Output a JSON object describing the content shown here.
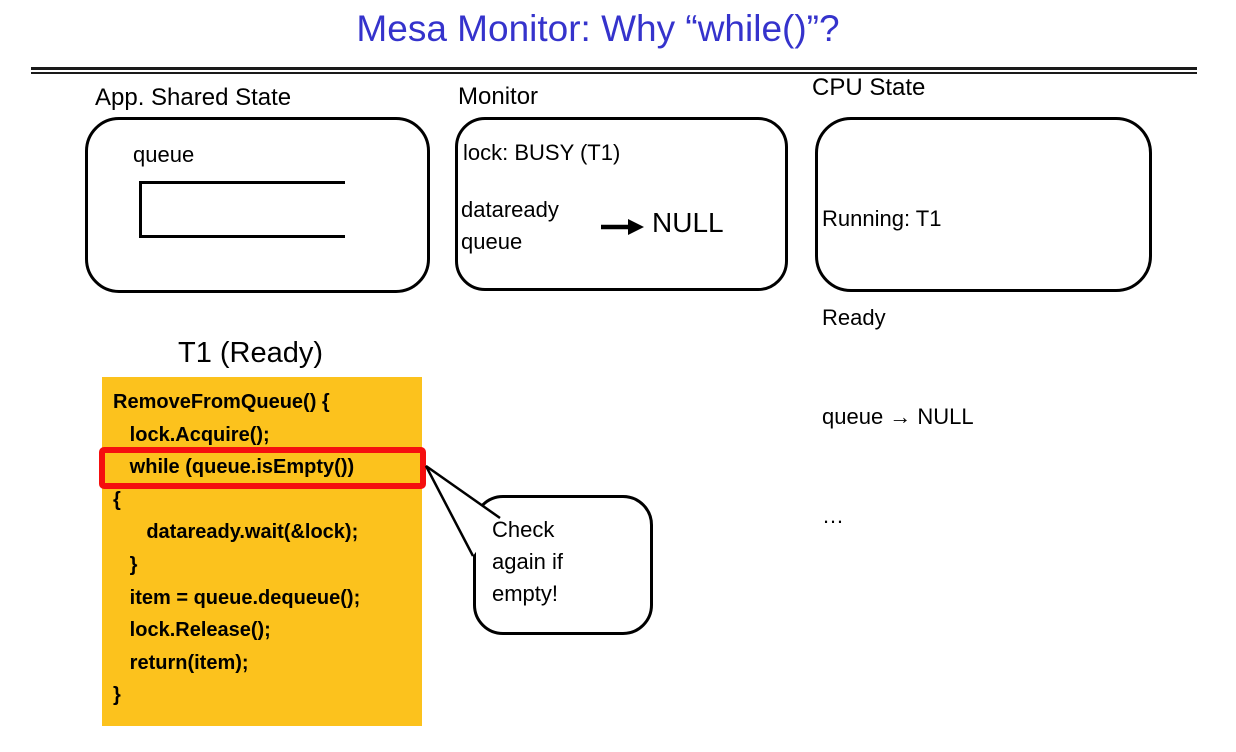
{
  "slide": {
    "title": "Mesa Monitor: Why “while()”?"
  },
  "app_state": {
    "label": "App. Shared State",
    "queue_label": "queue"
  },
  "monitor": {
    "label": "Monitor",
    "lock_status": "lock: BUSY (T1)",
    "condvar_label": "dataready",
    "queue_label": "queue",
    "pointer_value": "NULL"
  },
  "cpu_state": {
    "label": "CPU State",
    "lines": [
      "Running: T1",
      "Ready",
      "queue → NULL",
      "…"
    ]
  },
  "thread": {
    "label": "T1 (Ready)",
    "code_lines": [
      "RemoveFromQueue() {",
      "   lock.Acquire();",
      "   while (queue.isEmpty())",
      "{",
      "      dataready.wait(&lock);",
      "   }",
      "   item = queue.dequeue();",
      "   lock.Release();",
      "   return(item);",
      "}"
    ],
    "highlighted_line": "while (queue.isEmpty())"
  },
  "callout": {
    "lines": [
      "Check",
      "again if",
      "empty!"
    ]
  },
  "colors": {
    "title_blue": "#3533cc",
    "code_bg": "#fcc21d",
    "highlight_red": "#f50f0f",
    "line_black": "#1a1a1a"
  }
}
